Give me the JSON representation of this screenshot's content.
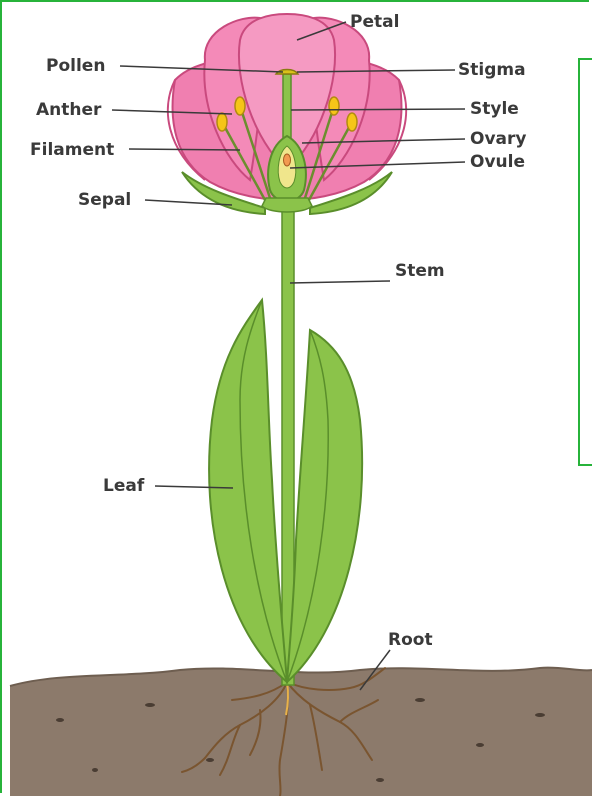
{
  "diagram": {
    "labels": {
      "petal": "Petal",
      "pollen": "Pollen",
      "stigma": "Stigma",
      "anther": "Anther",
      "style": "Style",
      "filament": "Filament",
      "ovary": "Ovary",
      "ovule": "Ovule",
      "sepal": "Sepal",
      "stem": "Stem",
      "leaf": "Leaf",
      "root": "Root"
    },
    "colors": {
      "petal": "#f07fb0",
      "petal_dark": "#e0558f",
      "green": "#8bc34a",
      "green_dark": "#5a8e2b",
      "anther": "#f5c518",
      "soil": "#8c7a6b",
      "root": "#7a5530",
      "frame": "#27b33a"
    }
  }
}
